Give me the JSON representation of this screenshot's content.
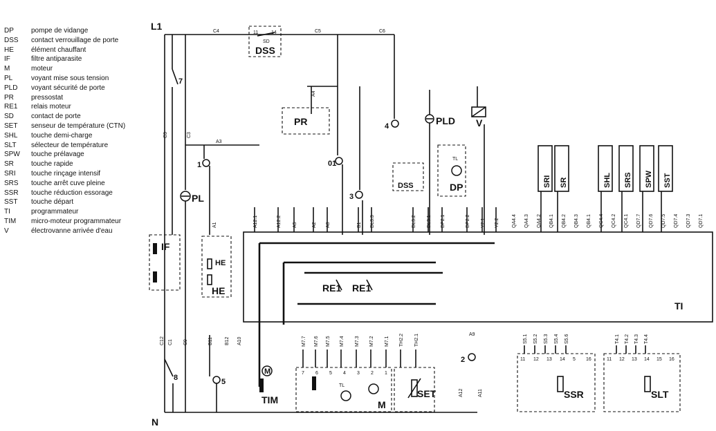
{
  "legend": [
    {
      "code": "DP",
      "desc": "pompe de vidange"
    },
    {
      "code": "DSS",
      "desc": "contact verrouillage de porte"
    },
    {
      "code": "HE",
      "desc": "élément chauffant"
    },
    {
      "code": "IF",
      "desc": "filtre antiparasite"
    },
    {
      "code": "M",
      "desc": "moteur"
    },
    {
      "code": "PL",
      "desc": "voyant mise sous tension"
    },
    {
      "code": "PLD",
      "desc": "voyant sécurité de porte"
    },
    {
      "code": "PR",
      "desc": "pressostat"
    },
    {
      "code": "RE1",
      "desc": "relais moteur"
    },
    {
      "code": "SD",
      "desc": "contact de porte"
    },
    {
      "code": "SET",
      "desc": "senseur de température (CTN)"
    },
    {
      "code": "SHL",
      "desc": "touche demi-charge"
    },
    {
      "code": "SLT",
      "desc": "sélecteur de température"
    },
    {
      "code": "SPW",
      "desc": "touche prélavage"
    },
    {
      "code": "SR",
      "desc": "touche rapide"
    },
    {
      "code": "SRI",
      "desc": "touche rinçage intensif"
    },
    {
      "code": "SRS",
      "desc": "touche arrêt cuve pleine"
    },
    {
      "code": "SSR",
      "desc": "touche réduction essorage"
    },
    {
      "code": "SST",
      "desc": "touche départ"
    },
    {
      "code": "TI",
      "desc": "programmateur"
    },
    {
      "code": "TIM",
      "desc": "micro-moteur programmateur"
    },
    {
      "code": "V",
      "desc": "électrovanne arrivée d'eau"
    }
  ],
  "rails": {
    "line": "L1",
    "neutral": "N"
  },
  "components": {
    "DSS_top": "DSS",
    "SD": "SD",
    "PR": "PR",
    "PLD": "PLD",
    "V": "V",
    "IF": "IF",
    "PL": "PL",
    "HE": "HE",
    "HE_coil": "HE",
    "DSS_small": "DSS",
    "DP": "DP",
    "RE1_a": "RE1",
    "RE1_b": "RE1",
    "TI": "TI",
    "TIM": "TIM",
    "M": "M",
    "SET": "SET",
    "SSR": "SSR",
    "SLT": "SLT",
    "TL_dp": "TL",
    "TL_m": "TL",
    "keys": [
      "SRI",
      "SR",
      "SHL",
      "SRS",
      "SPW",
      "SST"
    ]
  },
  "contacts": {
    "c7": "7",
    "c1": "1",
    "c01": "01",
    "c4": "4",
    "c3": "3",
    "c2": "2",
    "c8": "8",
    "c5": "5"
  },
  "wires": {
    "top": [
      "C4",
      "C5",
      "C6"
    ],
    "left": [
      "C3",
      "C3"
    ],
    "a3": "A3",
    "a4": "A4",
    "a1": "A1",
    "ti_top": [
      "A12.1",
      "A12.2",
      "A5",
      "A2",
      "A8",
      "B1",
      "DL3.3",
      "DL3.2",
      "DL3.1",
      "DP2.1",
      "DP2.2",
      "Y2.1",
      "Y2.2"
    ],
    "ti_keys": [
      "QA4.4",
      "QA4.3",
      "QA4.2",
      "QB4.1",
      "QB4.2",
      "QB4.3",
      "QB4.1",
      "QC4.4",
      "QC4.2",
      "QC4.1",
      "QD7.7",
      "QD7.6",
      "QD7.5",
      "QD7.4",
      "QD7.3",
      "QD7.1"
    ],
    "bottom_left": [
      "C12",
      "C1",
      "C9",
      "B11",
      "B12",
      "A10"
    ],
    "motor": [
      "M7.7",
      "M7.6",
      "M7.5",
      "M7.4",
      "M7.3",
      "M7.2",
      "M7.1",
      "TH2.2",
      "TH2.1"
    ],
    "motor_pins": [
      "7",
      "6",
      "5",
      "4",
      "3",
      "2",
      "1"
    ],
    "c2_wires": [
      "A9",
      "A12",
      "A11"
    ],
    "ssr_wires": [
      "S5.1",
      "S5.2",
      "S5.3",
      "S5.4",
      "S5.6"
    ],
    "ssr_pins": [
      "11",
      "12",
      "13",
      "14",
      "5",
      "16"
    ],
    "slt_wires": [
      "T4.1",
      "T4.2",
      "T4.3",
      "T4.4"
    ],
    "slt_pins": [
      "11",
      "12",
      "13",
      "14",
      "15",
      "16"
    ]
  }
}
